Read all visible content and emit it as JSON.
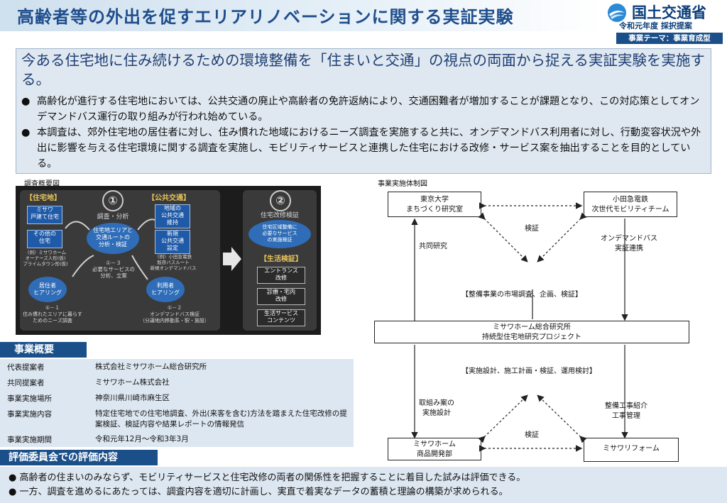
{
  "header": {
    "title": "高齢者等の外出を促すエリアリノベーションに関する実証実験",
    "ministry": "国土交通省",
    "fiscal": "令和元年度 採択提案",
    "theme": "事業テーマ：事業育成型",
    "logo_icon": "mlit-swirl-icon"
  },
  "summary": {
    "lead": "今ある住宅地に住み続けるための環境整備を「住まいと交通」の視点の両面から捉える実証実験を実施する。",
    "bullet_glyph": "●",
    "bullets": [
      "高齢化が進行する住宅地においては、公共交通の廃止や高齢者の免許返納により、交通困難者が増加することが課題となり、この対応策としてオンデマンドバス運行の取り組みが行われ始めている。",
      "本調査は、郊外住宅地の居住者に対し、住み慣れた地域におけるニーズ調査を実施すると共に、オンデマンドバス利用者に対し、行動変容状況や外出に影響を与える住宅環境に関する調査を実施し、モビリティサービスと連携した住宅における改修・サービス案を抽出することを目的としている。"
    ]
  },
  "fig_left": {
    "label": "調査概要図",
    "housing_head": "【住宅地】",
    "transit_head": "【公共交通】",
    "circle1": "①",
    "circle1_text": "調査・分析",
    "circle2": "②",
    "circle2_text": "住宅改修検証",
    "misawa_box": "ミサワ\n戸建て住宅",
    "other_box": "その他の\n住宅",
    "housing_note": "〈例〉ミサワホーム\nオーナーズ人形(仮)\nプライムタウン形(仮)",
    "route_box1": "地域の\n公共交通\n維持",
    "route_box2": "新規\n公共交通\n設定",
    "transit_note": "〈例〉小田急電鉄\n既存バスルート\n新規オンデマンドバス",
    "center_oval": "住宅地エリアと\n交通ルートの\n分析・検証",
    "center_note": "①－３\n必要なサービスの\n分析、立案",
    "resident_oval": "居住者\nヒアリング",
    "user_oval": "利用者\nヒアリング",
    "resident_note": "①－１\n住み慣れたエリアに暮らす\nためのニーズ調査",
    "user_note": "①－２\nオンデマンドバス検証\n（分譲地内移動系・駅・施設）",
    "right_top": "住宅区域整備に\n必要なサービス\nの実施検証",
    "life_head": "【生活検証】",
    "life_items": [
      "エントランス\n改修",
      "診療・宅内\n改修",
      "生活サービス\nコンテンツ"
    ],
    "arrow_icon": "right-arrow-icon"
  },
  "fig_right": {
    "label": "事業実施体制図",
    "tokyo": "東京大学\nまちづくり研究室",
    "odakyu": "小田急電鉄\n次世代モビリティチーム",
    "kensho": "検証",
    "joint": "共同研究",
    "ondemand": "オンデマンドバス\n実証連携",
    "market": "【整備事業の市場調査、企画、検証】",
    "misawa_inst": "ミサワホーム総合研究所\n持続型住宅地研究プロジェクト",
    "impl": "【実施設計、施工計画・検証、運用検討】",
    "case": "取組み案の\n実施設計",
    "kensho2": "検証",
    "intro": "整備工事紹介\n工事管理",
    "misawa_home": "ミサワホーム\n商品開発部",
    "misawa_reform": "ミサワリフォーム"
  },
  "overview": {
    "heading": "事業概要",
    "rows": [
      {
        "k": "代表提案者",
        "v": "株式会社ミサワホーム総合研究所"
      },
      {
        "k": "共同提案者",
        "v": "ミサワホーム株式会社"
      },
      {
        "k": "事業実施場所",
        "v": "神奈川県川崎市麻生区"
      },
      {
        "k": "事業実施内容",
        "v": "特定住宅地での住宅地調査、外出(来客を含む)方法を踏まえた住宅改修の提案検証、検証内容や結果レポートの情報発信"
      },
      {
        "k": "事業実施期間",
        "v": "令和元年12月～令和3年3月"
      }
    ]
  },
  "evaluation": {
    "heading": "評価委員会での評価内容",
    "items": [
      "● 高齢者の住まいのみならず、モビリティサービスと住宅改修の両者の関係性を把握することに着目した試みは評価できる。",
      "● 一方、調査を進めるにあたっては、調査内容を適切に計画し、実直で着実なデータの蓄積と理論の構築が求められる。"
    ]
  },
  "colors": {
    "navy": "#1b4f8a",
    "title_blue": "#1f4e8c",
    "panel": "#dde7f1"
  }
}
